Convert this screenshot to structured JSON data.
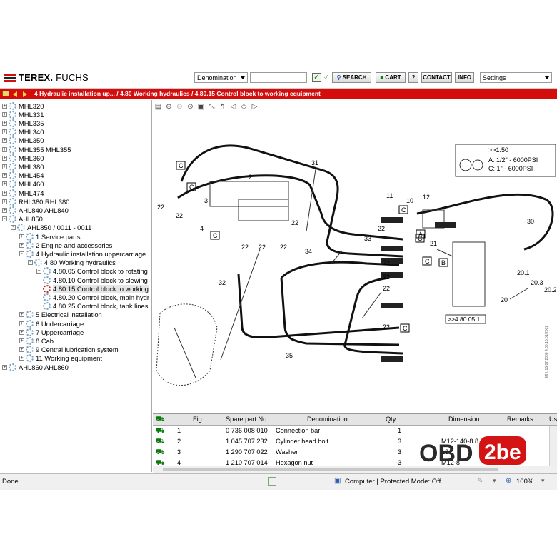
{
  "header": {
    "brand_terex": "TEREX.",
    "brand_fuchs": "FUCHS",
    "denomination_select": "Denomination",
    "search_value": "",
    "buttons": {
      "search": "SEARCH",
      "cart": "CART",
      "help": "?",
      "contact": "CONTACT",
      "info": "INFO"
    },
    "settings_select": "Settings"
  },
  "breadcrumb": {
    "text": "4 Hydraulic installation up... / 4.80 Working hydraulics / 4.80.15 Control block to working equipment"
  },
  "tree": [
    {
      "label": "MHL320",
      "level": 0,
      "toggle": "+"
    },
    {
      "label": "MHL331",
      "level": 0,
      "toggle": "+"
    },
    {
      "label": "MHL335",
      "level": 0,
      "toggle": "+"
    },
    {
      "label": "MHL340",
      "level": 0,
      "toggle": "+"
    },
    {
      "label": "MHL350",
      "level": 0,
      "toggle": "+"
    },
    {
      "label": "MHL355 MHL355",
      "level": 0,
      "toggle": "+"
    },
    {
      "label": "MHL360",
      "level": 0,
      "toggle": "+"
    },
    {
      "label": "MHL380",
      "level": 0,
      "toggle": "+"
    },
    {
      "label": "MHL454",
      "level": 0,
      "toggle": "+"
    },
    {
      "label": "MHL460",
      "level": 0,
      "toggle": "+"
    },
    {
      "label": "MHL474",
      "level": 0,
      "toggle": "+"
    },
    {
      "label": "RHL380 RHL380",
      "level": 0,
      "toggle": "+"
    },
    {
      "label": "AHL840 AHL840",
      "level": 0,
      "toggle": "+"
    },
    {
      "label": "AHL850",
      "level": 0,
      "toggle": "-"
    },
    {
      "label": "AHL850 / 0011 - 0011",
      "level": 1,
      "toggle": "-"
    },
    {
      "label": "1 Service parts",
      "level": 2,
      "toggle": "+"
    },
    {
      "label": "2 Engine and accessories",
      "level": 2,
      "toggle": "+"
    },
    {
      "label": "4 Hydraulic installation uppercarriage",
      "level": 2,
      "toggle": "-"
    },
    {
      "label": "4.80 Working hydraulics",
      "level": 3,
      "toggle": "-"
    },
    {
      "label": "4.80.05 Control block to rotating",
      "level": 4,
      "toggle": "+"
    },
    {
      "label": "4.80.10 Control block to slewing",
      "level": 4,
      "toggle": ""
    },
    {
      "label": "4.80.15 Control block to working",
      "level": 4,
      "toggle": "",
      "selected": true
    },
    {
      "label": "4.80.20 Control block, main hydr",
      "level": 4,
      "toggle": ""
    },
    {
      "label": "4.80.25 Control block, tank lines",
      "level": 4,
      "toggle": ""
    },
    {
      "label": "5 Electrical installation",
      "level": 2,
      "toggle": "+"
    },
    {
      "label": "6 Undercarriage",
      "level": 2,
      "toggle": "+"
    },
    {
      "label": "7 Uppercarriage",
      "level": 2,
      "toggle": "+"
    },
    {
      "label": "8 Cab",
      "level": 2,
      "toggle": "+"
    },
    {
      "label": "9 Central lubrication system",
      "level": 2,
      "toggle": "+"
    },
    {
      "label": "11 Working equipment",
      "level": 2,
      "toggle": "+"
    },
    {
      "label": "AHL860 AHL860",
      "level": 0,
      "toggle": "+"
    }
  ],
  "diagram": {
    "callouts": [
      "31",
      "2",
      "C",
      "C",
      "22",
      "22",
      "3",
      "4",
      "C",
      "22",
      "22",
      "22",
      "22",
      "32",
      "34",
      "33",
      "35",
      "11",
      "10",
      "12",
      "C",
      "C",
      "21",
      "A",
      "22",
      "22",
      "22",
      "22",
      "22",
      "C",
      "C",
      "30",
      "20.1",
      "20.3",
      "20.2",
      "20",
      "B"
    ],
    "note_box": {
      "ref": ">>1.50",
      "line1": "A: 1/2\" - 6000PSI",
      "line2": "C: 1\" - 6000PSI"
    },
    "ref_box": ">>4.80.05.1",
    "side_text": "MH. 15.07.2008\n4.80.15.01/2002"
  },
  "table": {
    "columns": [
      "Fig.",
      "Spare part No.",
      "Denomination",
      "Qty.",
      "Dimension",
      "Remarks",
      "Us"
    ],
    "rows": [
      {
        "fig": "1",
        "part": "0 736 008 010",
        "denom": "Connection bar",
        "qty": "1",
        "dim": "",
        "rem": ""
      },
      {
        "fig": "2",
        "part": "1 045 707 232",
        "denom": "Cylinder head bolt",
        "qty": "3",
        "dim": "M12-140-8.8",
        "rem": ""
      },
      {
        "fig": "3",
        "part": "1 290 707 022",
        "denom": "Washer",
        "qty": "3",
        "dim": "13",
        "rem": ""
      },
      {
        "fig": "4",
        "part": "1 210 707 014",
        "denom": "Hexagon nut",
        "qty": "3",
        "dim": "M12-8",
        "rem": ""
      }
    ]
  },
  "status": {
    "left": "Done",
    "zone": "Computer | Protected Mode: Off",
    "zoom": "100%"
  },
  "watermark": {
    "text_a": "OBD",
    "text_b": "2be"
  },
  "colors": {
    "accent_red": "#d40c0c",
    "tree_icon": "#7aa0c0",
    "panel_bg": "#f0f0f0"
  }
}
